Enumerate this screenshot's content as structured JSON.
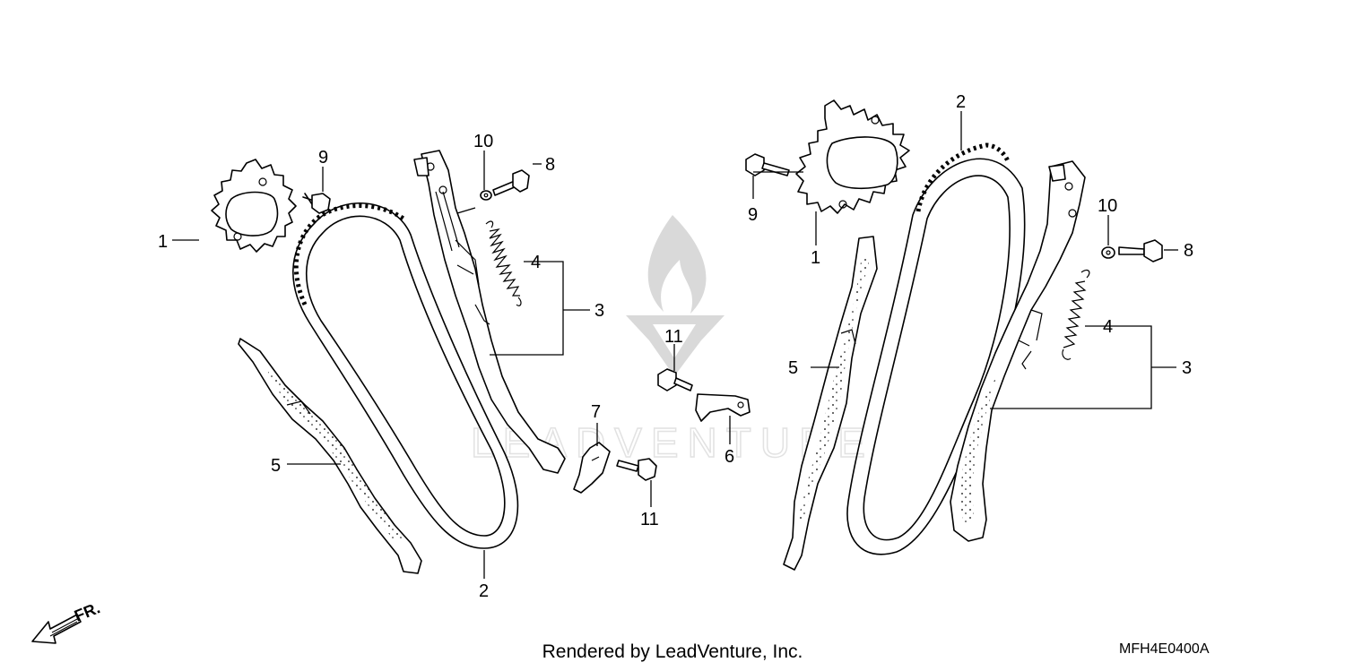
{
  "footer": {
    "credit": "Rendered by LeadVenture, Inc.",
    "diagram_code": "MFH4E0400A"
  },
  "watermark": {
    "text": "LEADVENTURE"
  },
  "orientation": {
    "arrow_label": "FR."
  },
  "callouts": {
    "left_sprocket": "1",
    "left_chain": "2",
    "left_tensioner_arm": "3",
    "left_spring": "4",
    "left_guide": "5",
    "center_plate": "6",
    "center_bracket": "7",
    "left_bolt_8": "8",
    "left_bolt_9": "9",
    "left_washer": "10",
    "center_bolt_upper": "11",
    "center_bolt_lower": "11",
    "right_sprocket": "1",
    "right_chain": "2",
    "right_tensioner_arm": "3",
    "right_spring": "4",
    "right_guide": "5",
    "right_bolt_8": "8",
    "right_bolt_9": "9",
    "right_washer": "10"
  }
}
